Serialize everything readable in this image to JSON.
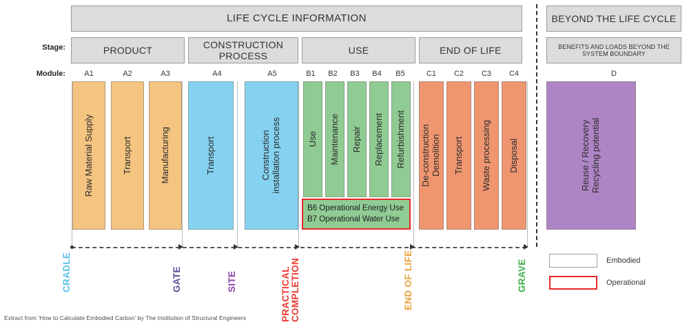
{
  "diagram": {
    "title_bands": {
      "life_cycle_information": "LIFE CYCLE INFORMATION",
      "beyond_the_life_cycle": "BEYOND THE LIFE CYCLE",
      "benefits_and_loads": "BENEFITS AND LOADS BEYOND THE SYSTEM BOUNDARY"
    },
    "row_labels": {
      "stage": "Stage:",
      "module": "Module:"
    },
    "stages": [
      {
        "name": "PRODUCT"
      },
      {
        "name": "CONSTRUCTION PROCESS"
      },
      {
        "name": "USE"
      },
      {
        "name": "END OF LIFE"
      }
    ],
    "modules": [
      {
        "code": "A1",
        "label": "Raw Material Supply",
        "group": "product",
        "color": "#F5C481"
      },
      {
        "code": "A2",
        "label": "Transport",
        "group": "product",
        "color": "#F5C481"
      },
      {
        "code": "A3",
        "label": "Manufacturing",
        "group": "product",
        "color": "#F5C481"
      },
      {
        "code": "A4",
        "label": "Transport",
        "group": "construction",
        "color": "#85D2F0"
      },
      {
        "code": "A5",
        "label": "Construction\ninstallation process",
        "group": "construction",
        "color": "#85D2F0"
      },
      {
        "code": "B1",
        "label": "Use",
        "group": "use",
        "color": "#90CB93"
      },
      {
        "code": "B2",
        "label": "Maintenance",
        "group": "use",
        "color": "#90CB93"
      },
      {
        "code": "B3",
        "label": "Repair",
        "group": "use",
        "color": "#90CB93"
      },
      {
        "code": "B4",
        "label": "Replacement",
        "group": "use",
        "color": "#90CB93"
      },
      {
        "code": "B5",
        "label": "Refurbishment",
        "group": "use",
        "color": "#90CB93"
      },
      {
        "code": "C1",
        "label": "De-construction\nDemolition",
        "group": "endoflife",
        "color": "#EF9671"
      },
      {
        "code": "C2",
        "label": "Transport",
        "group": "endoflife",
        "color": "#EF9671"
      },
      {
        "code": "C3",
        "label": "Waste processing",
        "group": "endoflife",
        "color": "#EF9671"
      },
      {
        "code": "C4",
        "label": "Disposal",
        "group": "endoflife",
        "color": "#EF9671"
      },
      {
        "code": "D",
        "label": "Reuse / Recovery\nRecycling potential",
        "group": "beyond",
        "color": "#AE85C4"
      }
    ],
    "operational_box": {
      "line1": "B6 Operational Energy Use",
      "line2": "B7 Operational Water Use",
      "border_color": "#e8262a"
    },
    "timeline": [
      {
        "label": "CRADLE",
        "color": "#5BC2E7"
      },
      {
        "label": "GATE",
        "color": "#5B4E9E"
      },
      {
        "label": "SITE",
        "color": "#8B3FA8"
      },
      {
        "label": "PRACTICAL\nCOMPLETION",
        "color": "#EE3A33"
      },
      {
        "label": "END OF LIFE",
        "color": "#E8A33D"
      },
      {
        "label": "GRAVE",
        "color": "#3FAE49"
      }
    ],
    "legend": [
      {
        "label": "Embodied",
        "swatch": "embodied",
        "border_color": "#9d9d9d"
      },
      {
        "label": "Operational",
        "swatch": "operational",
        "border_color": "#e8262a"
      }
    ],
    "footer": "Extract from 'How to Calculate Embodied Carbon' by The Institution of Structural Engineers"
  }
}
